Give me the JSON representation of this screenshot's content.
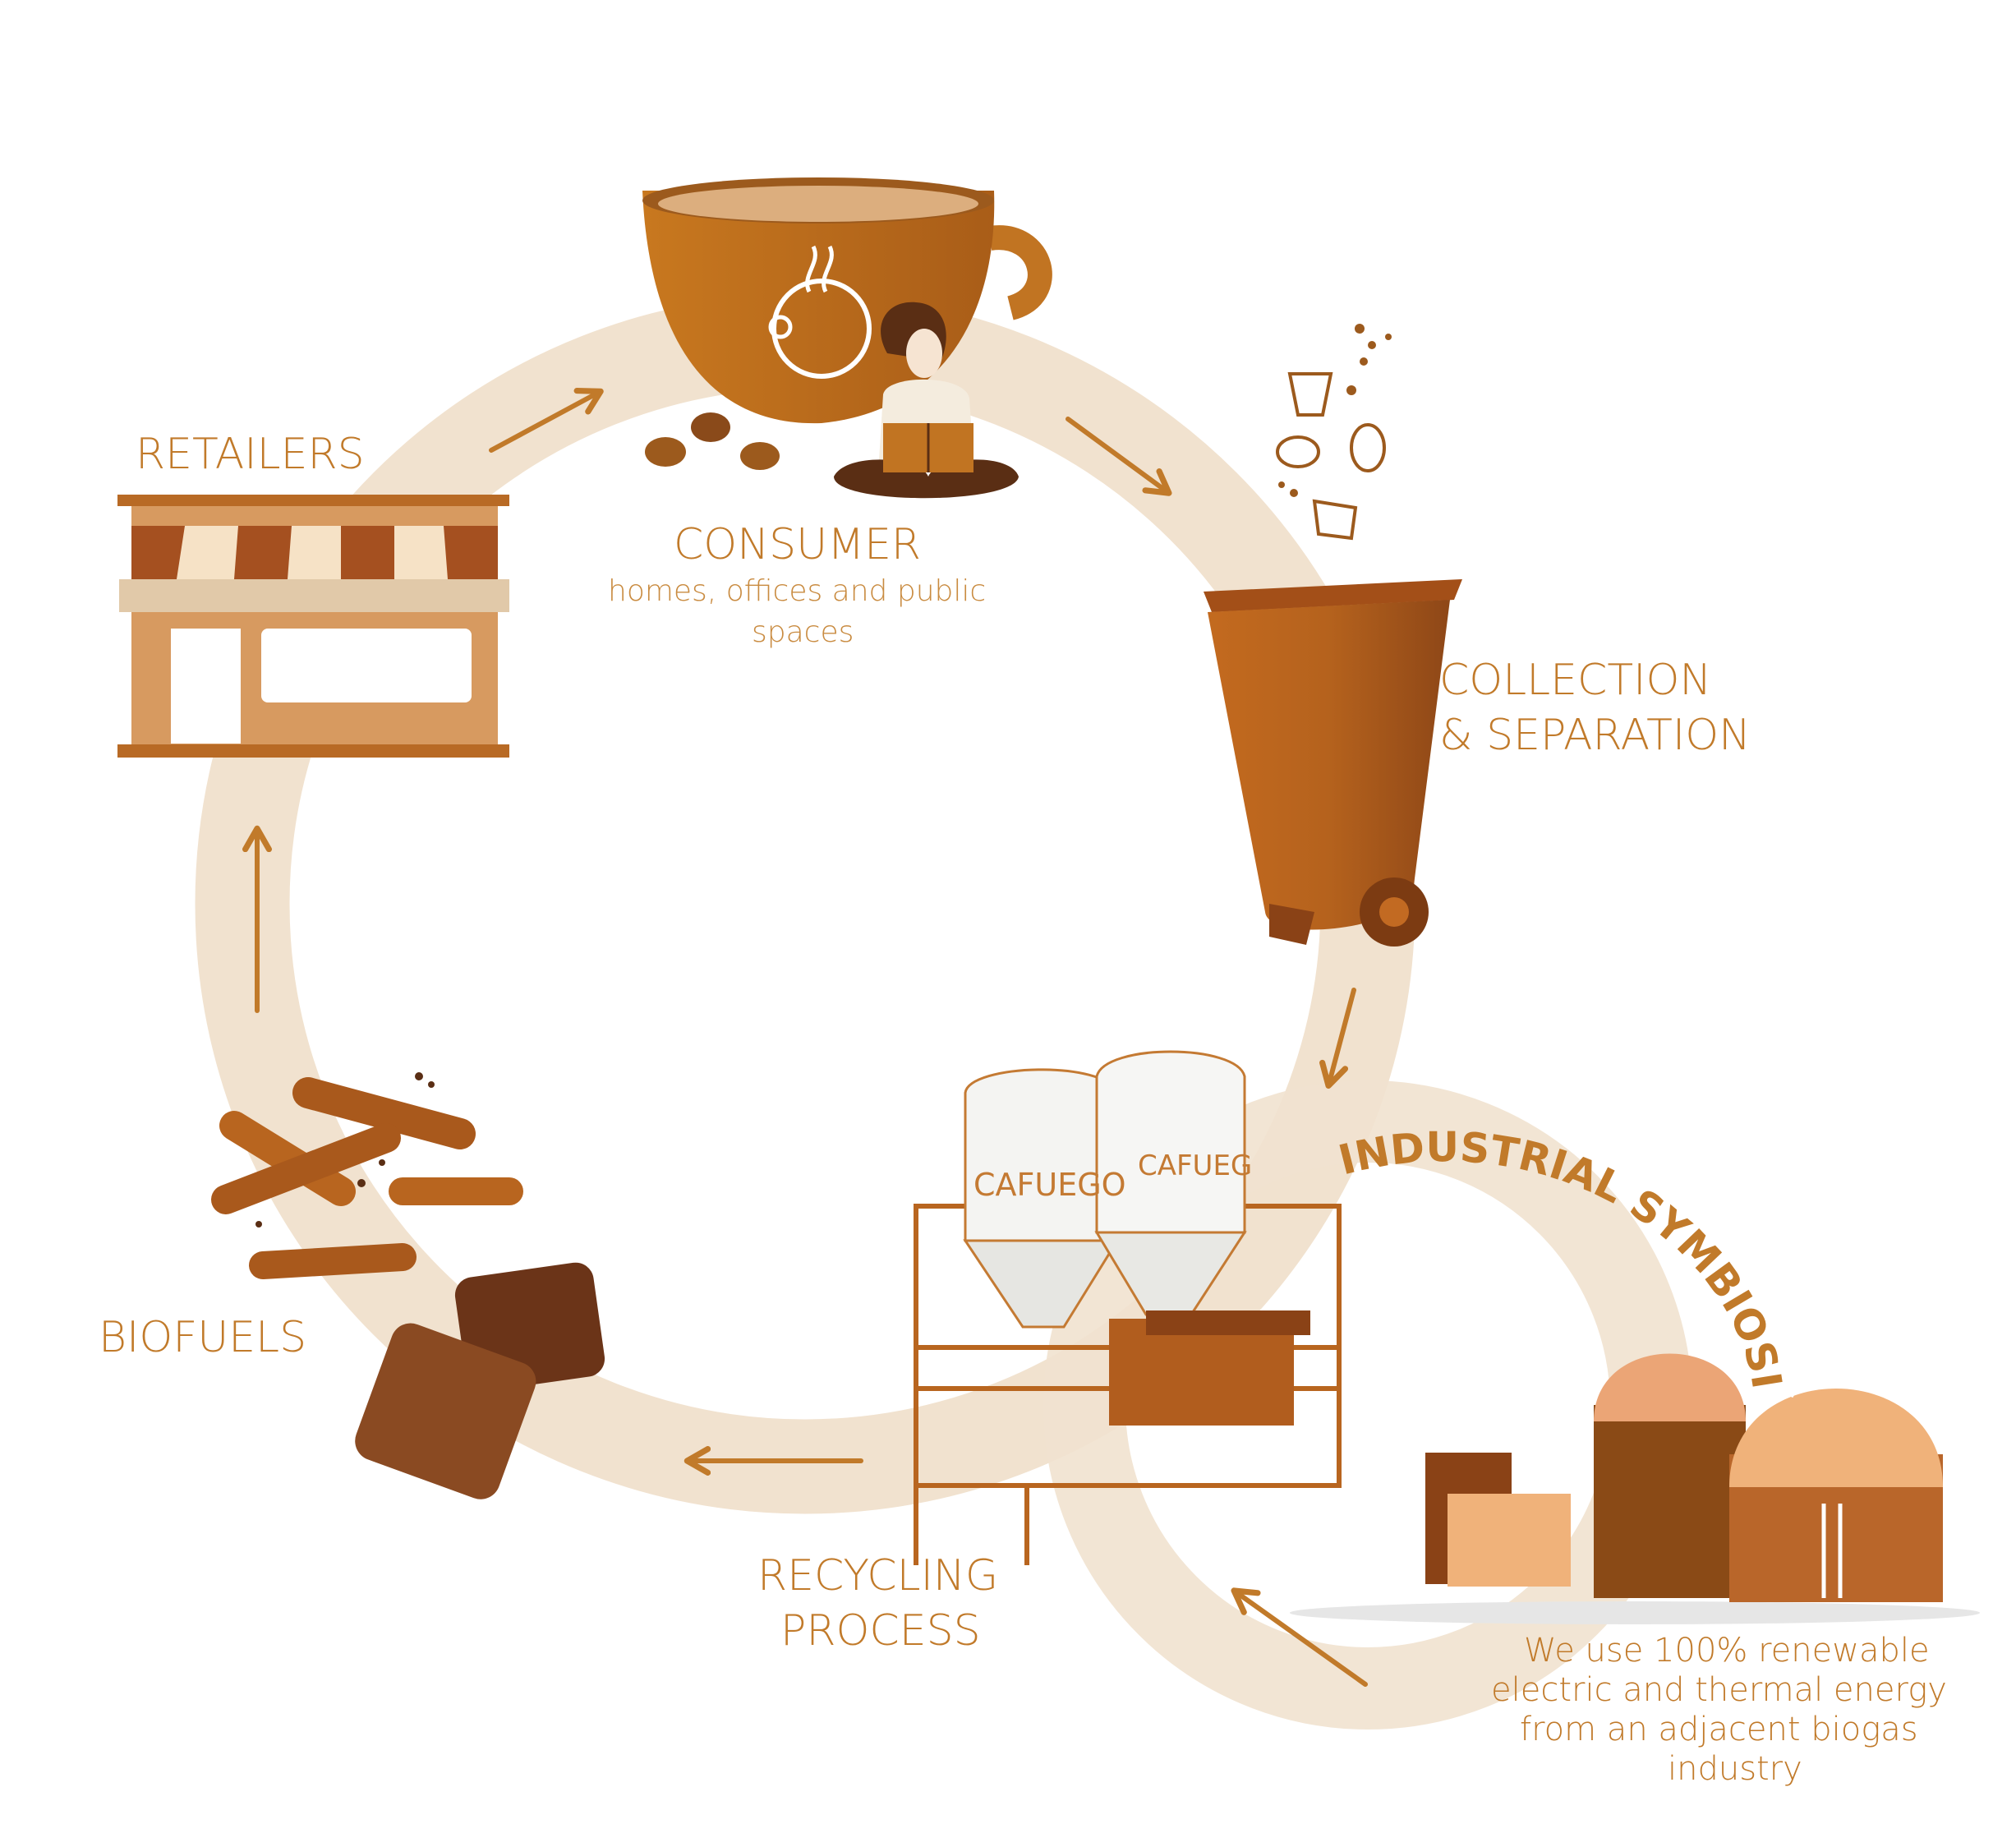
{
  "colors": {
    "ring": "#f1e2cf",
    "text": "#c17a2a",
    "brown_dark": "#5a2e14",
    "brown_mid": "#a9591c",
    "brown_light": "#d08a3c",
    "cream": "#f3d8b8"
  },
  "stages": {
    "retailers": {
      "title": "RETAILERS"
    },
    "consumer": {
      "title": "CONSUMER",
      "subtitle_line1": "homes, offices and public",
      "subtitle_line2": "spaces"
    },
    "collection": {
      "title_line1": "COLLECTION",
      "title_line2": "& SEPARATION"
    },
    "recycling": {
      "title_line1": "RECYCLING",
      "title_line2": "PROCESS",
      "brand": "CAFUEGO"
    },
    "biofuels": {
      "title": "BIOFUELS"
    }
  },
  "symbiosis": {
    "title": "INDUSTRIAL SYMBIOSIS",
    "note_line1": "We use 100% renewable",
    "note_line2": "electric and thermal energy",
    "note_line3": "from an adjacent biogas",
    "note_line4": "industry"
  },
  "icons": {
    "cup": "coffee-cup-icon",
    "shop": "storefront-icon",
    "bin": "wheelie-bin-icon",
    "silos": "silo-plant-icon",
    "pellets": "pellets-icon",
    "biogas": "biogas-plant-icon"
  }
}
